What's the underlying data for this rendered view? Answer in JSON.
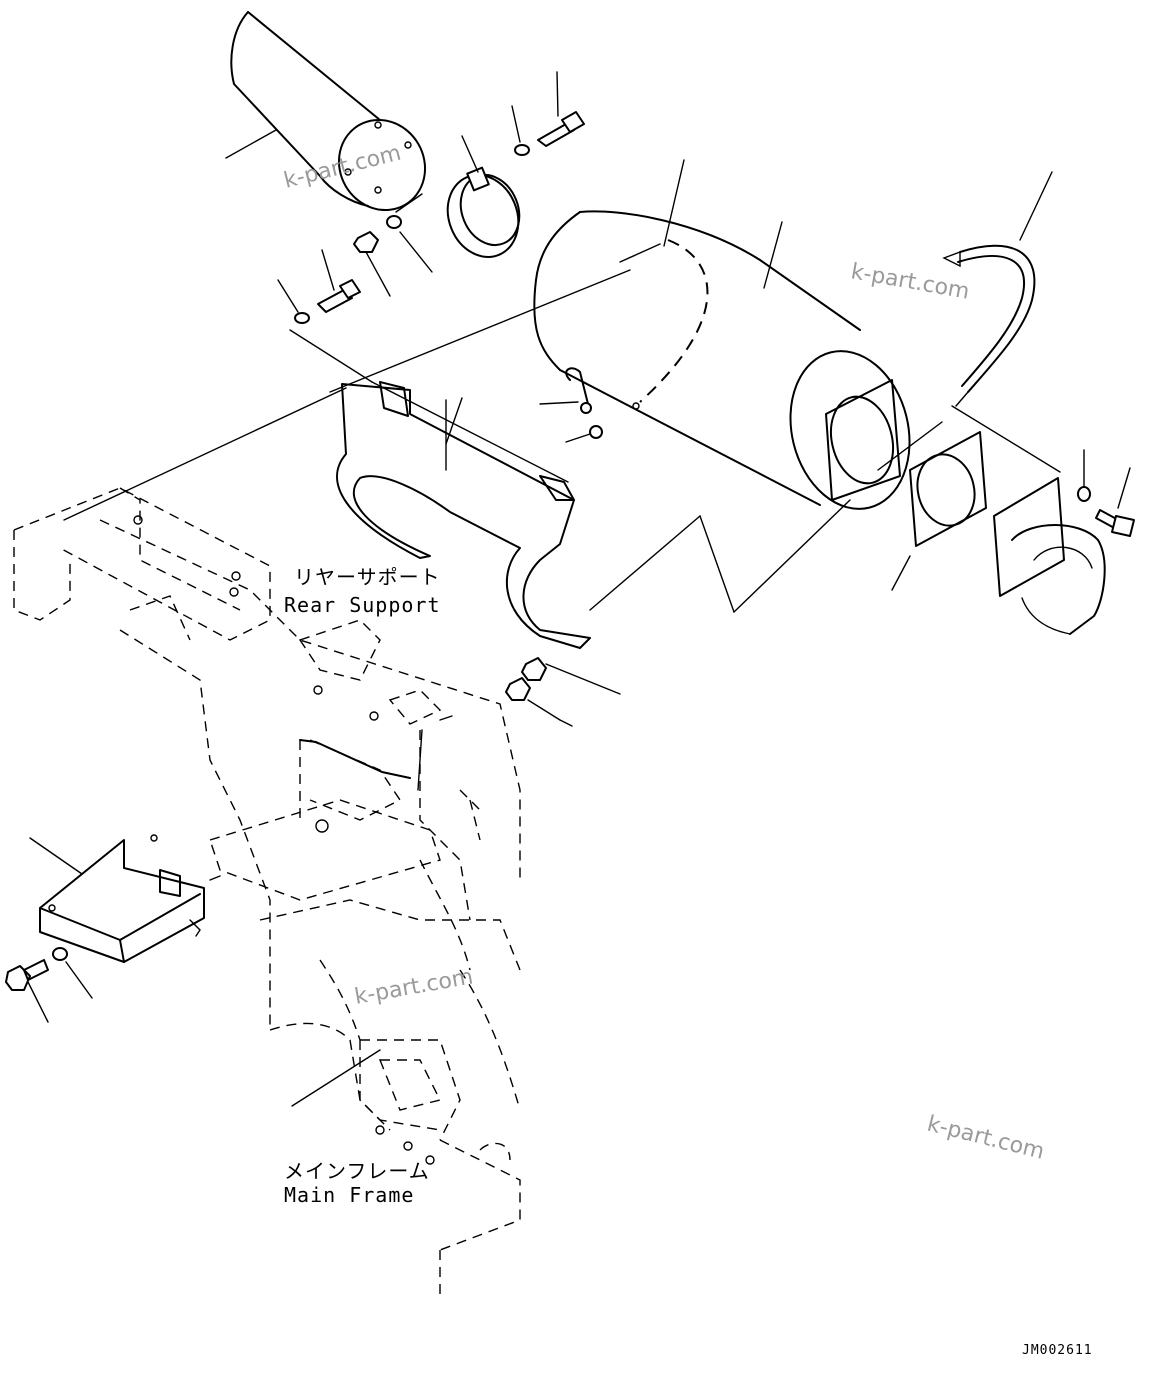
{
  "labels": {
    "rear_support_jp": "リヤーサポート",
    "rear_support_en": "Rear Support",
    "main_frame_jp": "メインフレーム",
    "main_frame_en": "Main Frame"
  },
  "watermark": "k-part.com",
  "drawing_code": "JM002611"
}
